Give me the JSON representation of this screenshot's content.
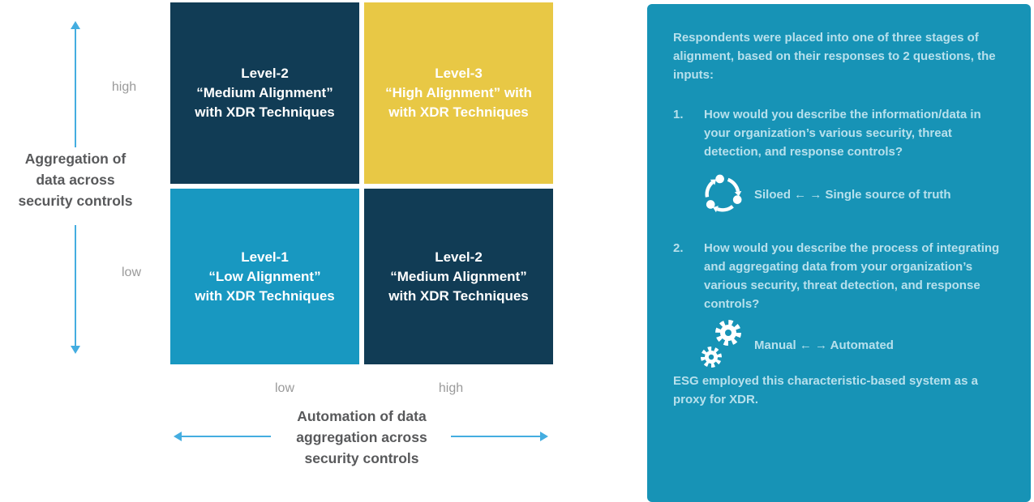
{
  "palette": {
    "navy": "#113c55",
    "yellow": "#e8c845",
    "quadrant_light_blue": "#1898c1",
    "panel_teal": "#1793b6",
    "arrow_blue": "#44ade0",
    "tick_gray": "#9a9a9a",
    "axis_title_gray": "#58595b",
    "panel_text": "#b7e0ec",
    "quadrant_text": "#ffffff"
  },
  "matrix": {
    "quadrants": [
      {
        "position": "top-left",
        "color_key": "navy",
        "text": "Level-2\n“Medium Alignment”\nwith XDR Techniques"
      },
      {
        "position": "top-right",
        "color_key": "yellow",
        "text": "Level-3\n“High Alignment” with\nwith XDR Techniques"
      },
      {
        "position": "bottom-left",
        "color_key": "quadrant_light_blue",
        "text": "Level-1\n“Low Alignment”\nwith XDR Techniques"
      },
      {
        "position": "bottom-right",
        "color_key": "navy",
        "text": "Level-2\n“Medium Alignment”\nwith XDR Techniques"
      }
    ]
  },
  "y_axis": {
    "title": "Aggregation of\ndata across\nsecurity controls",
    "high": "high",
    "low": "low"
  },
  "x_axis": {
    "title": "Automation of data\naggregation across\nsecurity controls",
    "low": "low",
    "high": "high"
  },
  "panel": {
    "intro": "Respondents were placed into one of three stages of alignment, based on their responses to 2 questions, the inputs:",
    "question1": {
      "number": "1.",
      "text": "How would you describe the information/data in your organization’s various security, threat detection, and response controls?",
      "icon": "sync-cycle-icon",
      "scale": "Siloed ← → Single source of truth"
    },
    "question2": {
      "number": "2.",
      "text": "How would you describe the process of integrating and aggregating data from your organization’s various security, threat detection, and response controls?",
      "icon": "gears-icon",
      "scale": "Manual ← → Automated"
    },
    "footer": "ESG employed this characteristic-based system as a proxy for XDR."
  }
}
